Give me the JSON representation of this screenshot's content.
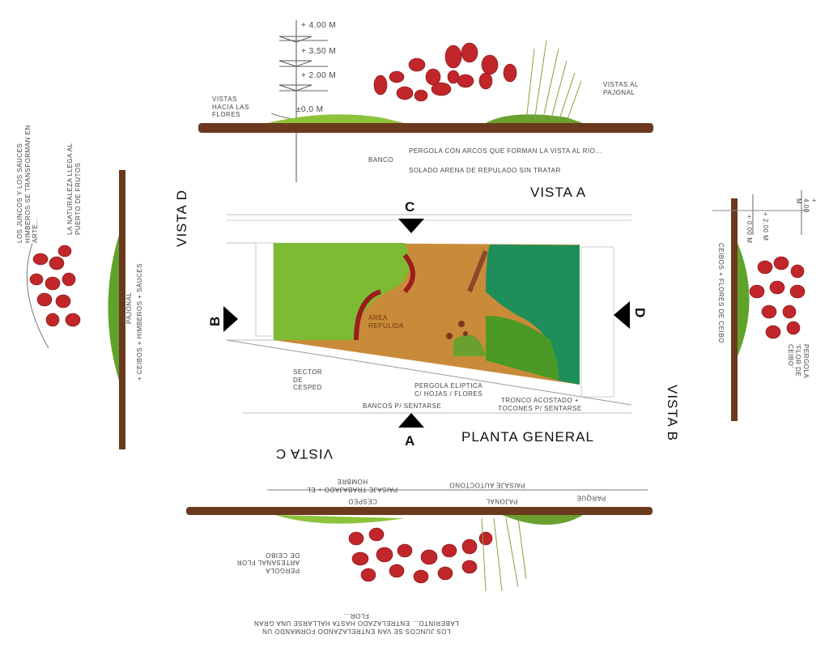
{
  "title": "PLANTA GENERAL",
  "views": {
    "a": "VISTA A",
    "b": "VISTA B",
    "c": "VISTA C",
    "d": "VISTA D"
  },
  "section_markers": {
    "a": "A",
    "b": "B",
    "c": "C",
    "d": "D"
  },
  "top_elevation": {
    "levels": [
      "+ 4.00 m",
      "+ 3,50 m",
      "+ 2.00 m",
      "±0,0 m"
    ],
    "views_flowers": "VISTAS HACIA LAS FLORES",
    "views_pajonal": "VISTAS AL PAJONAL",
    "pergola_note": "PERGOLA CON ARCOS QUE FORMAN LA VISTA AL RIO...",
    "bench": "BANCO",
    "ground": "SOLADO ARENA DE REPULADO SIN TRATAR"
  },
  "plan": {
    "sand_area": "AREA REPULIDA",
    "lawn": "SECTOR DE CESPED",
    "benches": "BANCOS P/ SENTARSE",
    "pergola": "PERGOLA ELIPTICA C/ HOJAS / FLORES",
    "trunk": "TRONCO ACOSTADO + TOCONES P/ SENTARSE"
  },
  "left_elevation": {
    "note1": "LOS JUNCOS Y LOS SAUCES HIMBEROS SE TRANSFORMAN EN ARTE...",
    "note2": "LA NATURALEZA LLEGA AL PUERTO DE FRUTOS",
    "pajonal": "PAJONAL",
    "plants": "+ CEIBOS + HIMBEROS + SAUCES"
  },
  "right_elevation": {
    "levels": [
      "+ 4.00 m",
      "+ 2.00 m",
      "+ 0,00 m"
    ],
    "ceibos": "CEIBOS + FLORES DE CEIBO",
    "pergola": "PERGOLA 'FLOR DE CEIBO'"
  },
  "bottom_elevation": {
    "parque": "PARQUE",
    "autoctono": "PAISAJE AUTOCTONO",
    "trabajado": "PAISAJE TRABAJADO + EL HOMBRE",
    "pajonal": "PAJONAL",
    "cesped": "CESPED",
    "pergola": "PERGOLA ARTESANAL FLOR DE CEIBO",
    "note": "LOS JUNCOS SE VAN ENTRELAZANDO FORMANDO UN LABERINTO... ENTRELAZADO HASTA HALLARSE UNA GRAN FLOR..."
  },
  "colors": {
    "earth": "#6b3a1e",
    "lawn": "#6fae2e",
    "sand": "#c98a3a",
    "water_green": "#1e8f5a",
    "flower": "#c0262a"
  }
}
